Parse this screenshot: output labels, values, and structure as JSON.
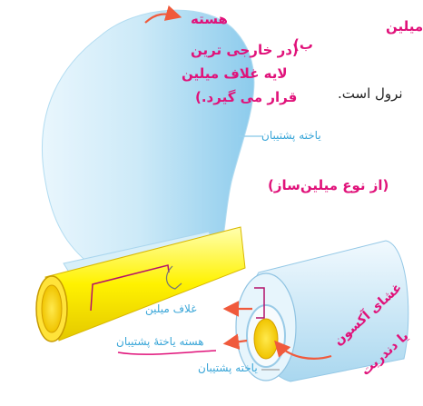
{
  "labels": {
    "nucleus_note": "هسته",
    "myelin_word": "میلین",
    "section_letter": "ب)",
    "outer_layer_line1": "(در خارجی ترین",
    "outer_layer_line2": "لایه غلاف میلین",
    "outer_layer_line3": "قرار می گیرد.)",
    "neuron_fragment": "نرول است.",
    "schwann_cell_top": "یاخته پشتیبان",
    "myelin_maker": "(از نوع میلین‌ساز)",
    "myelin_sheath": "غلاف میلین",
    "schwann_nucleus": "هسته یاختهٔ پشتیبان",
    "schwann_nucleus_underline": "یاختهٔ پشتیبان",
    "axon_membrane_line1": "غشای آکسون",
    "axon_membrane_line2": "یا دندریت",
    "schwann_cell_bottom": "یاخته پشتیبان"
  },
  "colors": {
    "handwriting": "#e0127a",
    "printed_label": "#3aa6d8",
    "schwann_cell": "#bfe4f5",
    "myelin": "#fff200",
    "arrow": "#f05a3c"
  }
}
